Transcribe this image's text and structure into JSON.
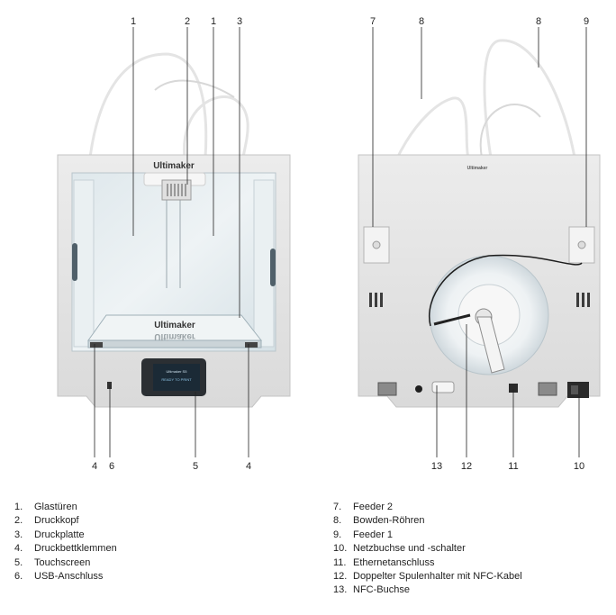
{
  "front_view": {
    "brand_top": "Ultimaker",
    "brand_plate": "Ultimaker",
    "brand_plate_mirror": "Ultimaker",
    "screen_line1": "Ultimaker S5",
    "screen_line2": "READY TO PRINT",
    "callouts": [
      "1",
      "2",
      "1",
      "3",
      "4",
      "6",
      "5",
      "4"
    ]
  },
  "back_view": {
    "brand_small": "Ultimaker",
    "callouts": [
      "7",
      "8",
      "8",
      "9",
      "13",
      "12",
      "11",
      "10"
    ]
  },
  "legend_left": [
    {
      "num": "1.",
      "text": "Glastüren"
    },
    {
      "num": "2.",
      "text": "Druckkopf"
    },
    {
      "num": "3.",
      "text": "Druckplatte"
    },
    {
      "num": "4.",
      "text": "Druckbettklemmen"
    },
    {
      "num": "5.",
      "text": "Touchscreen"
    },
    {
      "num": "6.",
      "text": "USB-Anschluss"
    }
  ],
  "legend_right": [
    {
      "num": "7.",
      "text": "Feeder 2"
    },
    {
      "num": "8.",
      "text": "Bowden-Röhren"
    },
    {
      "num": "9.",
      "text": "Feeder 1"
    },
    {
      "num": "10.",
      "text": "Netzbuchse und -schalter"
    },
    {
      "num": "11.",
      "text": "Ethernetanschluss"
    },
    {
      "num": "12.",
      "text": "Doppelter Spulenhalter mit NFC-Kabel"
    },
    {
      "num": "13.",
      "text": "NFC-Buchse"
    }
  ]
}
